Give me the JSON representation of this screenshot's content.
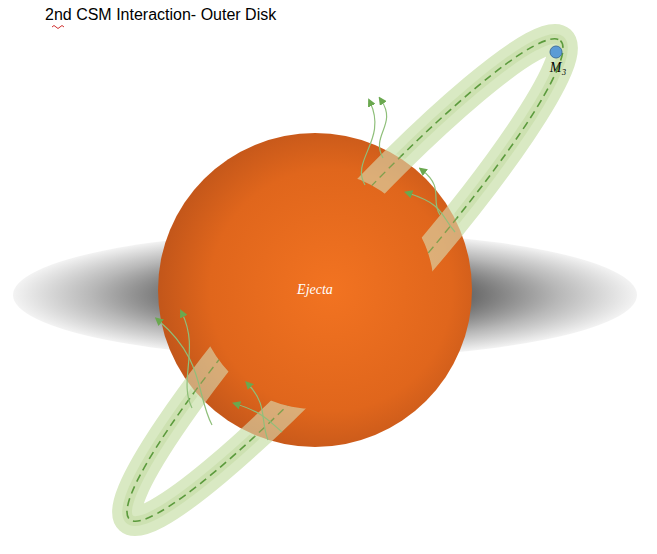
{
  "diagram": {
    "title": "2nd CSM Interaction- Outer Disk",
    "nodes": [
      {
        "text": [
          "Ejecta"
        ]
      },
      {
        "text": [
          "M₃"
        ]
      }
    ]
  }
}
